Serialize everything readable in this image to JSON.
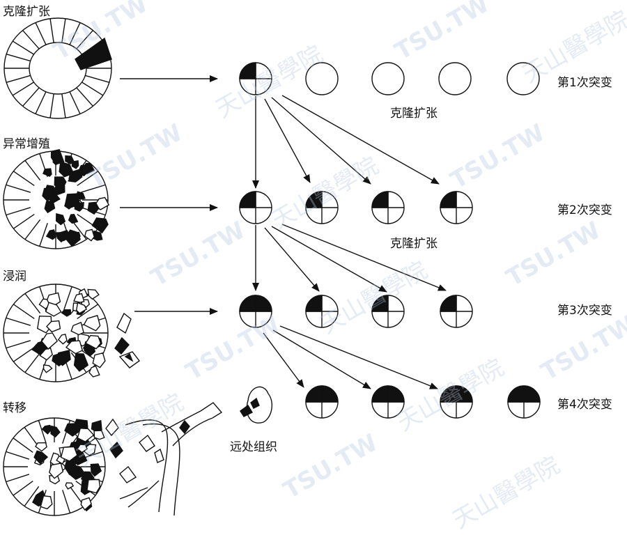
{
  "stages": [
    {
      "label": "克隆扩张",
      "name": "clonal-expansion"
    },
    {
      "label": "异常增殖",
      "name": "abnormal-proliferation"
    },
    {
      "label": "浸润",
      "name": "invasion"
    },
    {
      "label": "转移",
      "name": "metastasis"
    }
  ],
  "mutations": [
    {
      "label": "第1次突变"
    },
    {
      "label": "第2次突变"
    },
    {
      "label": "第3次突变"
    },
    {
      "label": "第4次突变"
    }
  ],
  "clone_labels": [
    "克隆扩张",
    "克隆扩张"
  ],
  "distant_label": "远处组织",
  "watermark": {
    "latin": "TSU.TW",
    "chinese": "天山醫學院"
  }
}
